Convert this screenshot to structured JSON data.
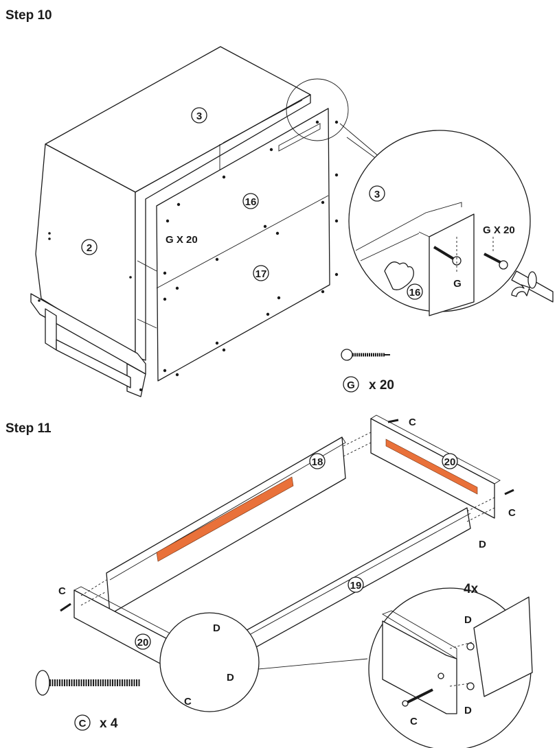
{
  "steps": [
    {
      "title": "Step 10",
      "part_labels": [
        "3",
        "2",
        "16",
        "17",
        "3",
        "16"
      ],
      "screw_callouts": [
        "G X 20",
        "G X 20",
        "G"
      ],
      "hardware": {
        "letter": "G",
        "quantity": "x 20"
      }
    },
    {
      "title": "Step 11",
      "part_labels": [
        "18",
        "20",
        "19",
        "20"
      ],
      "hardware_callouts": [
        "C",
        "C",
        "C",
        "C",
        "D",
        "D",
        "D",
        "D",
        "D",
        "4x"
      ],
      "hardware": {
        "letter": "C",
        "quantity": "x 4"
      }
    }
  ],
  "colors": {
    "line": "#1a1a1a",
    "warning_label": "#e9713a"
  }
}
